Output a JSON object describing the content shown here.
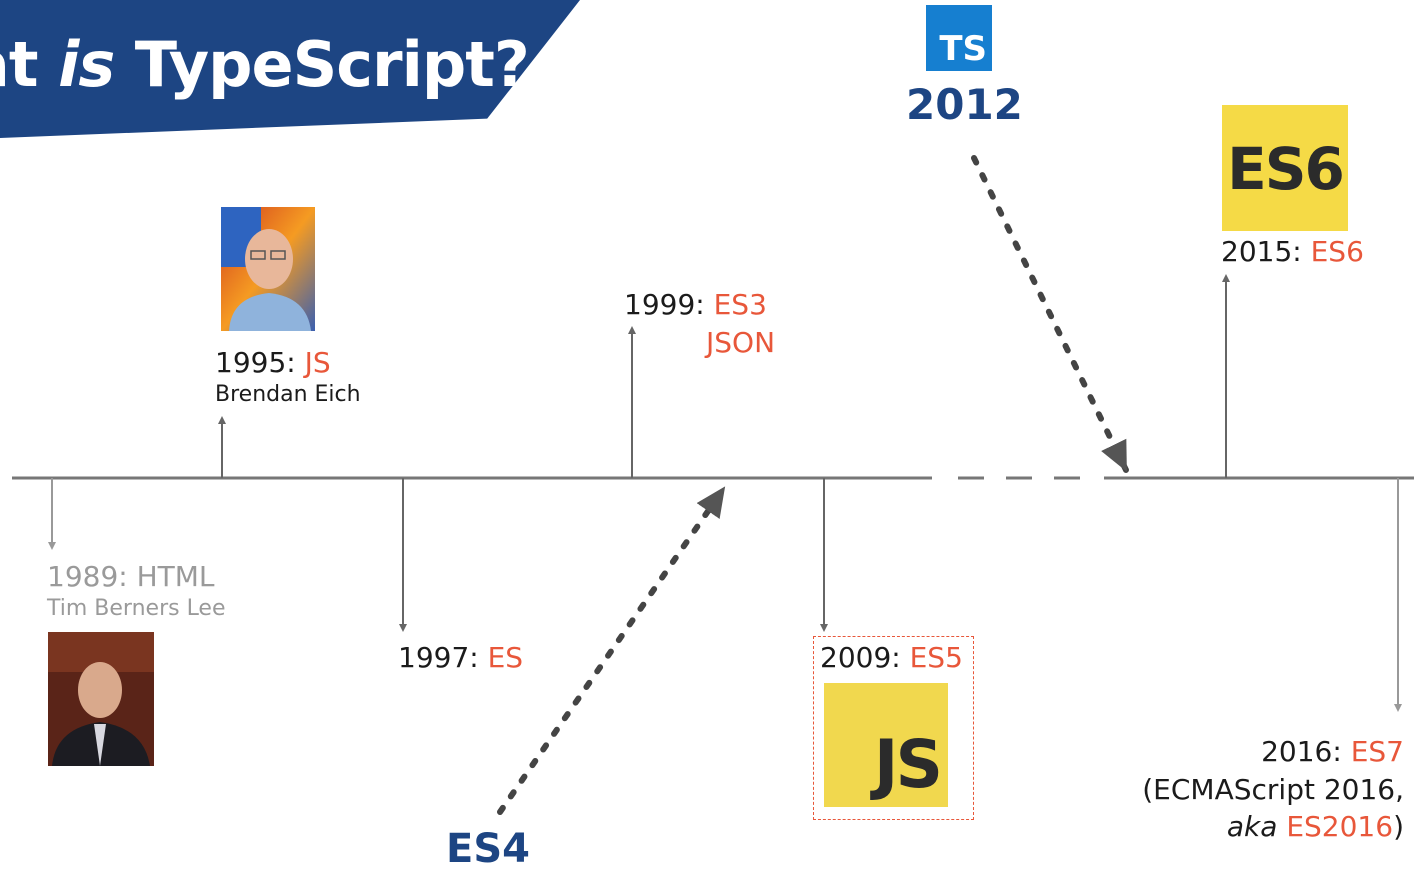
{
  "title": {
    "prefix": "at ",
    "emph": "is",
    "rest": " TypeScript?"
  },
  "logos": {
    "ts": "TS",
    "es6": "ES6",
    "js": "JS"
  },
  "highlight_color": "#e8573a",
  "brand_color": "#1d4583",
  "events": [
    {
      "year": "1989:",
      "label": "HTML",
      "sub": "Tim Berners Lee",
      "portrait": "tim-berners-lee-photo"
    },
    {
      "year": "1995:",
      "label": "JS",
      "sub": "Brendan Eich",
      "portrait": "brendan-eich-photo"
    },
    {
      "year": "1997:",
      "label": "ES"
    },
    {
      "year": "1999:",
      "label": "ES3",
      "label2": "JSON"
    },
    {
      "year": "2009:",
      "label": "ES5"
    },
    {
      "year": "2015:",
      "label": "ES6"
    },
    {
      "year": "2016:",
      "label": "ES7",
      "sub_line1": "(ECMAScript 2016,",
      "sub_line2_pre": "aka",
      "sub_line2_val": "ES2016",
      "sub_line2_post": ")"
    }
  ],
  "callouts": {
    "typescript_year": "2012",
    "es4": "ES4"
  }
}
